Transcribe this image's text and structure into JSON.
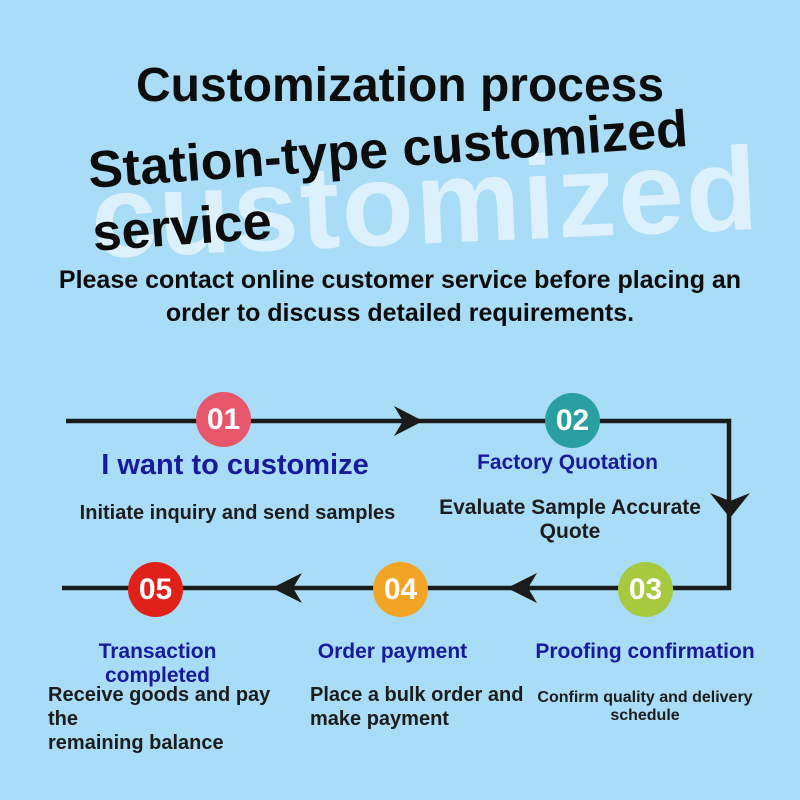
{
  "colors": {
    "background": "#a9dcf6",
    "line": "#1b1b1b",
    "step_title_text": "#181a9c",
    "step_number_text": "#ffffff"
  },
  "header": {
    "title": "Customization process",
    "headline_line1": "Station-type customized",
    "headline_line2": "service",
    "watermark": "customized",
    "note_line1": "Please contact online customer service before placing an",
    "note_line2": "order to discuss detailed requirements."
  },
  "flow": {
    "steps": [
      {
        "number": "01",
        "color": "#e8566c",
        "title": "I want to customize",
        "description": "Initiate inquiry and send samples"
      },
      {
        "number": "02",
        "color": "#2a9fa2",
        "title": "Factory Quotation",
        "description": "Evaluate Sample Accurate Quote"
      },
      {
        "number": "03",
        "color": "#a6c93d",
        "title": "Proofing confirmation",
        "description": "Confirm quality and delivery schedule"
      },
      {
        "number": "04",
        "color": "#f2a424",
        "title": "Order payment",
        "description": "Place a bulk order and\nmake payment"
      },
      {
        "number": "05",
        "color": "#e0211a",
        "title": "Transaction completed",
        "description": "Receive goods and pay the\nremaining balance"
      }
    ]
  }
}
